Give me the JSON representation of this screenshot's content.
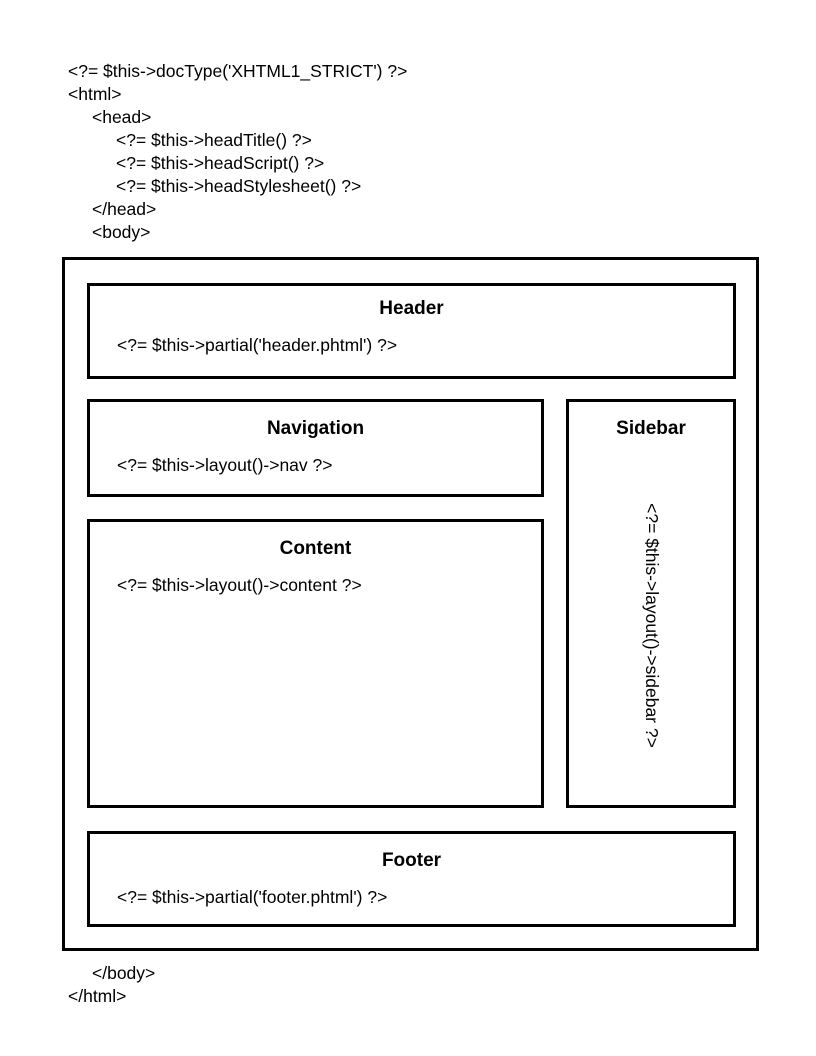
{
  "diagram": {
    "type": "zend-framework-layout-structure",
    "top_code_lines": [
      {
        "text": "<?= $this->docType('XHTML1_STRICT') ?>",
        "indent": 0
      },
      {
        "text": "<html>",
        "indent": 0
      },
      {
        "text": "<head>",
        "indent": 1
      },
      {
        "text": "<?= $this->headTitle() ?>",
        "indent": 2
      },
      {
        "text": "<?= $this->headScript() ?>",
        "indent": 2
      },
      {
        "text": "<?= $this->headStylesheet() ?>",
        "indent": 2
      },
      {
        "text": "</head>",
        "indent": 1
      },
      {
        "text": "<body>",
        "indent": 1
      }
    ],
    "bottom_code_lines": [
      {
        "text": "</body>",
        "indent": 1
      },
      {
        "text": "</html>",
        "indent": 0
      }
    ],
    "regions": {
      "header": {
        "title": "Header",
        "code": "<?= $this->partial('header.phtml') ?>"
      },
      "navigation": {
        "title": "Navigation",
        "code": "<?= $this->layout()->nav ?>"
      },
      "content": {
        "title": "Content",
        "code": "<?= $this->layout()->content ?>"
      },
      "sidebar": {
        "title": "Sidebar",
        "code": "<?= $this->layout()->sidebar ?>"
      },
      "footer": {
        "title": "Footer",
        "code": "<?= $this->partial('footer.phtml') ?>"
      }
    },
    "colors": {
      "stroke": "#000000",
      "background": "#ffffff",
      "text": "#000000"
    }
  }
}
